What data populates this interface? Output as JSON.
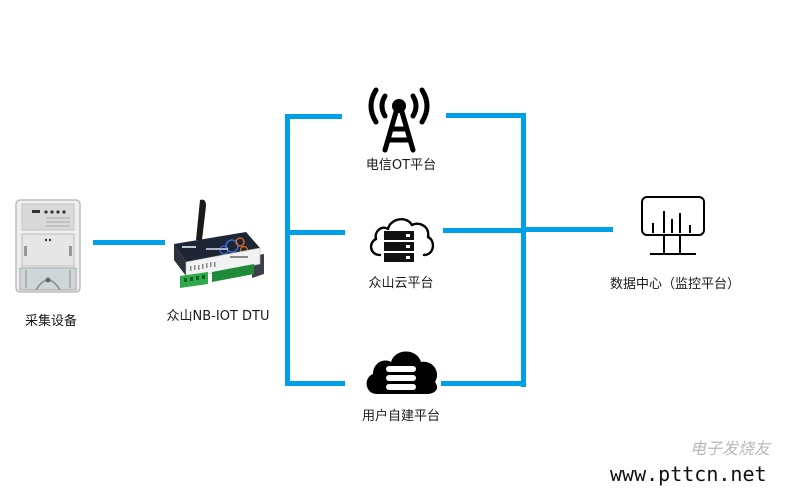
{
  "diagram": {
    "nodes": {
      "collector": {
        "label": "采集设备",
        "icon": "electric-meter-icon"
      },
      "dtu": {
        "label": "众山NB-IOT DTU",
        "icon": "dtu-device-icon"
      },
      "telecom": {
        "label": "电信OT平台",
        "icon": "antenna-tower-icon"
      },
      "cloud": {
        "label": "众山云平台",
        "icon": "cloud-server-icon"
      },
      "user": {
        "label": "用户自建平台",
        "icon": "solid-cloud-icon"
      },
      "datacenter": {
        "label": "数据中心（监控平台）",
        "icon": "monitor-chart-icon"
      }
    },
    "edges": [
      {
        "from": "collector",
        "to": "dtu"
      },
      {
        "from": "dtu",
        "to": "telecom"
      },
      {
        "from": "dtu",
        "to": "cloud"
      },
      {
        "from": "dtu",
        "to": "user"
      },
      {
        "from": "telecom",
        "to": "datacenter"
      },
      {
        "from": "cloud",
        "to": "datacenter"
      },
      {
        "from": "user",
        "to": "datacenter"
      }
    ],
    "colors": {
      "connector": "#00a0e9",
      "icon": "#000000",
      "text": "#1a1a1a"
    }
  },
  "watermark": {
    "url": "www.pttcn.net",
    "cn": "电子发烧友"
  }
}
